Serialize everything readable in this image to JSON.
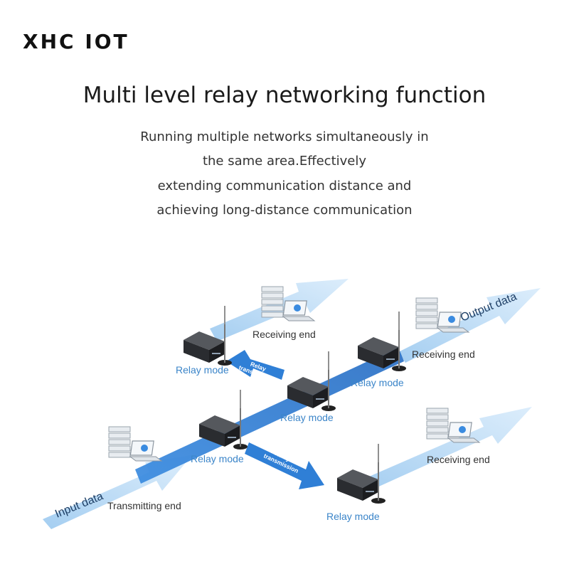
{
  "brand": "XHC IOT",
  "title": "Multi level relay networking function",
  "description": [
    "Running multiple networks simultaneously in",
    "the same area.Effectively",
    "extending communication distance and",
    "achieving long-distance communication"
  ],
  "diagram": {
    "input_label": "Input data",
    "output_label": "Output data",
    "transmitting_end": "Transmitting end",
    "receiving_end": "Receiving end",
    "relay_mode": "Relay mode",
    "relay_transmission_line1": "Relay",
    "relay_transmission_line2": "transmission"
  },
  "colors": {
    "flow_blue": "#2f7fd6",
    "light_blue": "#bcdcf6",
    "label_blue": "#3b85c9"
  }
}
